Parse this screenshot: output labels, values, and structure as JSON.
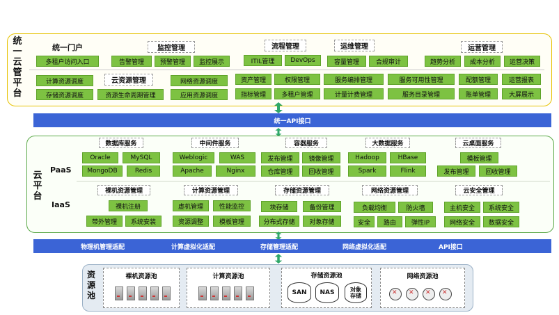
{
  "portal": {
    "side_label": [
      "统",
      "一",
      "云",
      "管",
      "平",
      "台"
    ],
    "unified_portal": {
      "title": "统一门户",
      "items": [
        "多租户访问入口"
      ]
    },
    "monitor": {
      "title": "监控管理",
      "items": [
        "告警管理",
        "预警管理",
        "监控展示"
      ]
    },
    "process": {
      "title": "流程管理",
      "items": [
        "ITIL管理",
        "DevOps"
      ]
    },
    "ops": {
      "title": "运维管理",
      "items": [
        "容量管理",
        "合规审计"
      ]
    },
    "operation": {
      "title": "运营管理",
      "items": [
        "趋势分析",
        "成本分析",
        "运营决策"
      ]
    },
    "cloud_res": {
      "title": "云资源管理",
      "items": [
        "计算资源调度",
        "存储资源调度",
        "资源生命周期管理",
        "网络资源调度",
        "应用资源调度"
      ]
    },
    "row1": [
      "资产管理",
      "权限管理",
      "服务编排管理",
      "服务可用性管理",
      "配额管理",
      "运营报表"
    ],
    "row2": [
      "指标管理",
      "多租户管理",
      "计量计费管理",
      "服务目录管理",
      "账单管理",
      "大屏展示"
    ]
  },
  "api_bar": {
    "label": "统一API接口"
  },
  "cloud": {
    "side_label": [
      "云",
      "平",
      "台"
    ],
    "paas_label": "PaaS",
    "iaas_label": "IaaS",
    "database": {
      "title": "数据库服务",
      "items": [
        "Oracle",
        "MySQL",
        "MongoDB",
        "Redis"
      ]
    },
    "middleware": {
      "title": "中间件服务",
      "items": [
        "Weblogic",
        "WAS",
        "Apache",
        "Nginx"
      ]
    },
    "container": {
      "title": "容器服务",
      "items": [
        "发布管理",
        "镜像管理",
        "仓库管理",
        "回收管理"
      ]
    },
    "bigdata": {
      "title": "大数据服务",
      "items": [
        "Hadoop",
        "HBase",
        "Spark",
        "Flink"
      ]
    },
    "desktop": {
      "title": "云桌面服务",
      "items": [
        "模板管理",
        "发布管理",
        "回收管理"
      ]
    },
    "baremetal": {
      "title": "裸机资源管理",
      "items": [
        "裸机注册",
        "带外管理",
        "系统安装"
      ]
    },
    "compute": {
      "title": "计算资源管理",
      "items": [
        "虚机管理",
        "性能监控",
        "资源调整",
        "模板管理"
      ]
    },
    "storage": {
      "title": "存储资源管理",
      "items": [
        "块存储",
        "备份管理",
        "分布式存储",
        "对象存储"
      ]
    },
    "network": {
      "title": "网络资源管理",
      "items": [
        "负载均衡",
        "防火墙",
        "安全",
        "路由",
        "弹性IP"
      ]
    },
    "security": {
      "title": "云安全管理",
      "items": [
        "主机安全",
        "系统安全",
        "网络安全",
        "数据安全"
      ]
    }
  },
  "adapt_bar": {
    "items": [
      "物理机管理适配",
      "计算虚拟化适配",
      "存储管理适配",
      "网络虚拟化适配",
      "API接口"
    ]
  },
  "pool": {
    "side_label": [
      "资",
      "源",
      "池"
    ],
    "baremetal_pool": "裸机资源池",
    "compute_pool": "计算资源池",
    "storage_pool": {
      "title": "存储资源池",
      "items": [
        "SAN",
        "NAS",
        "对象存储"
      ]
    },
    "network_pool": "网络资源池"
  },
  "colors": {
    "accent_blue": "#3b64d6",
    "green": "#7dc242",
    "portal_border": "#e6c200"
  }
}
